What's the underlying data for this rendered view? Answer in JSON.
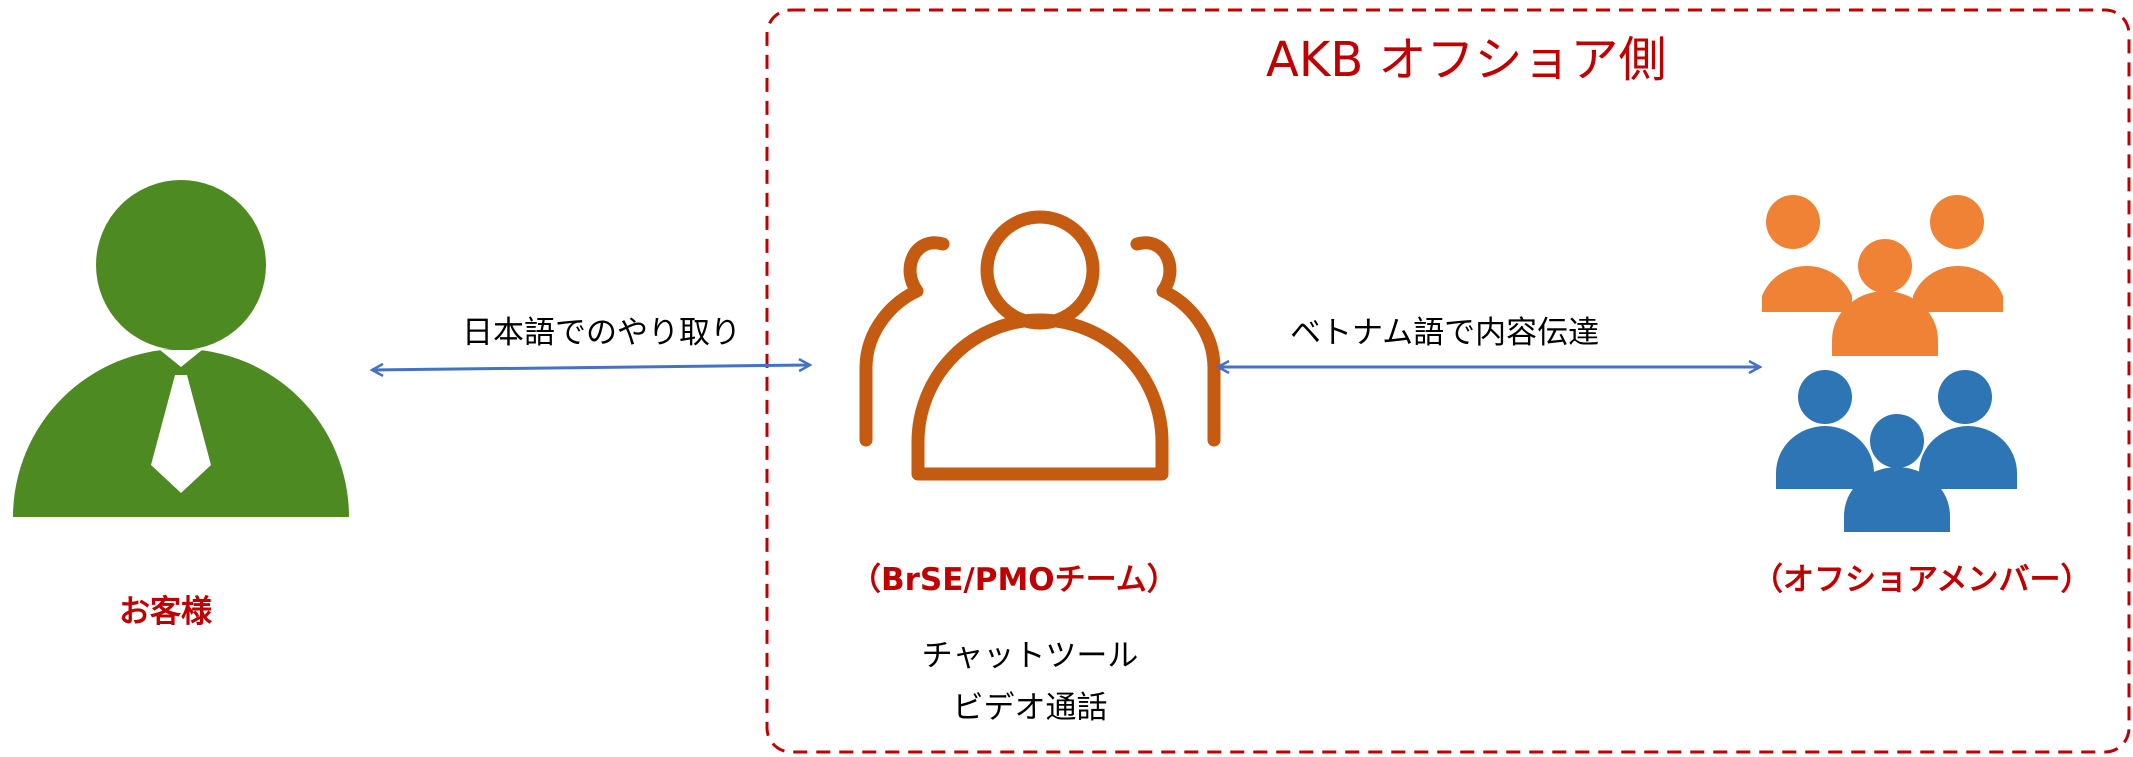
{
  "title": "AKB オフショア側",
  "customer": {
    "label": "お客様",
    "icon": "customer-businessman-icon"
  },
  "brse_team": {
    "label": "（BrSE/PMOチーム）",
    "icon": "brse-team-outline-icon",
    "tools": [
      "チャットツール",
      "ビデオ通話"
    ]
  },
  "offshore_members": {
    "label": "（オフショアメンバー）",
    "icon_orange": "orange-member-group-icon",
    "icon_blue": "blue-member-group-icon"
  },
  "arrows": {
    "customer_brse": "日本語でのやり取り",
    "brse_offshore": "ベトナム語で内容伝達"
  },
  "colors": {
    "accent_red": "#c00000",
    "customer_green": "#4e8a22",
    "brse_orange": "#c55a11",
    "member_orange": "#f08235",
    "member_blue": "#2e75b6",
    "arrow_blue": "#4472c4"
  }
}
